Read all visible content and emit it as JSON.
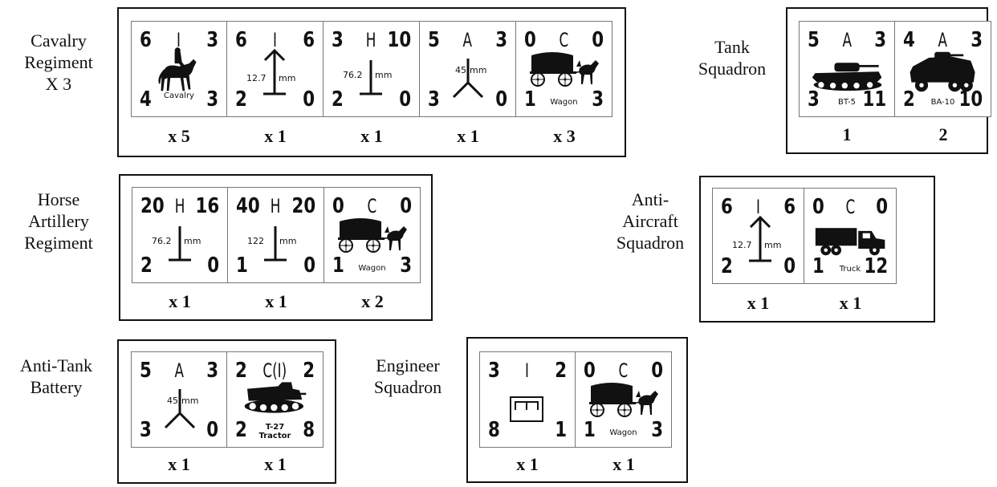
{
  "formations": [
    {
      "label": [
        "Cavalry",
        "Regiment",
        "X 3"
      ],
      "counters": [
        {
          "tl": "6",
          "tc": "I",
          "tr": "3",
          "bl": "4",
          "br": "3",
          "caption": "Cavalry",
          "art": "cavalry-rider-icon"
        },
        {
          "tl": "6",
          "tc": "I",
          "tr": "6",
          "bl": "2",
          "br": "0",
          "caliber": "12.7",
          "unit": "mm",
          "art": "machine-gun-symbol-icon"
        },
        {
          "tl": "3",
          "tc": "H",
          "tr": "10",
          "bl": "2",
          "br": "0",
          "caliber": "76.2",
          "unit": "mm",
          "art": "howitzer-symbol-icon"
        },
        {
          "tl": "5",
          "tc": "A",
          "tr": "3",
          "bl": "3",
          "br": "0",
          "caliber": "45",
          "unit": "mm",
          "art": "anti-tank-gun-symbol-icon"
        },
        {
          "tl": "0",
          "tc": "C",
          "tr": "0",
          "bl": "1",
          "br": "3",
          "caption": "Wagon",
          "art": "horse-wagon-icon"
        }
      ],
      "counts": [
        "x 5",
        "x 1",
        "x 1",
        "x 1",
        "x 3"
      ]
    },
    {
      "label": [
        "Tank",
        "Squadron"
      ],
      "counters": [
        {
          "tl": "5",
          "tc": "A",
          "tr": "3",
          "bl": "3",
          "br": "11",
          "caption": "BT-5",
          "art": "bt5-tank-icon"
        },
        {
          "tl": "4",
          "tc": "A",
          "tr": "3",
          "bl": "2",
          "br": "10",
          "caption": "BA-10",
          "art": "ba10-armored-car-icon"
        }
      ],
      "counts": [
        "1",
        "2"
      ]
    },
    {
      "label": [
        "Horse",
        "Artillery",
        "Regiment"
      ],
      "counters": [
        {
          "tl": "20",
          "tc": "H",
          "tr": "16",
          "bl": "2",
          "br": "0",
          "caliber": "76.2",
          "unit": "mm",
          "art": "howitzer-symbol-icon"
        },
        {
          "tl": "40",
          "tc": "H",
          "tr": "20",
          "bl": "1",
          "br": "0",
          "caliber": "122",
          "unit": "mm",
          "art": "howitzer-symbol-icon"
        },
        {
          "tl": "0",
          "tc": "C",
          "tr": "0",
          "bl": "1",
          "br": "3",
          "caption": "Wagon",
          "art": "horse-wagon-icon"
        }
      ],
      "counts": [
        "x 1",
        "x 1",
        "x 2"
      ]
    },
    {
      "label": [
        "Anti-",
        "Aircraft",
        "Squadron"
      ],
      "counters": [
        {
          "tl": "6",
          "tc": "I",
          "tr": "6",
          "bl": "2",
          "br": "0",
          "caliber": "12.7",
          "unit": "mm",
          "art": "machine-gun-symbol-icon"
        },
        {
          "tl": "0",
          "tc": "C",
          "tr": "0",
          "bl": "1",
          "br": "12",
          "caption": "Truck",
          "art": "truck-icon"
        }
      ],
      "counts": [
        "x 1",
        "x 1"
      ]
    },
    {
      "label": [
        "Anti-Tank",
        "Battery"
      ],
      "counters": [
        {
          "tl": "5",
          "tc": "A",
          "tr": "3",
          "bl": "3",
          "br": "0",
          "caliber": "45",
          "unit": "mm",
          "art": "anti-tank-gun-symbol-icon"
        },
        {
          "tl": "2",
          "tc": "C(I)",
          "tr": "2",
          "bl": "2",
          "br": "8",
          "caption": "T-27",
          "caption2": "Tractor",
          "art": "t27-tractor-icon"
        }
      ],
      "counts": [
        "x 1",
        "x 1"
      ]
    },
    {
      "label": [
        "Engineer",
        "Squadron"
      ],
      "counters": [
        {
          "tl": "3",
          "tc": "I",
          "tr": "2",
          "bl": "8",
          "br": "1",
          "art": "engineer-symbol-icon"
        },
        {
          "tl": "0",
          "tc": "C",
          "tr": "0",
          "bl": "1",
          "br": "3",
          "caption": "Wagon",
          "art": "horse-wagon-icon"
        }
      ],
      "counts": [
        "x 1",
        "x 1"
      ]
    }
  ]
}
